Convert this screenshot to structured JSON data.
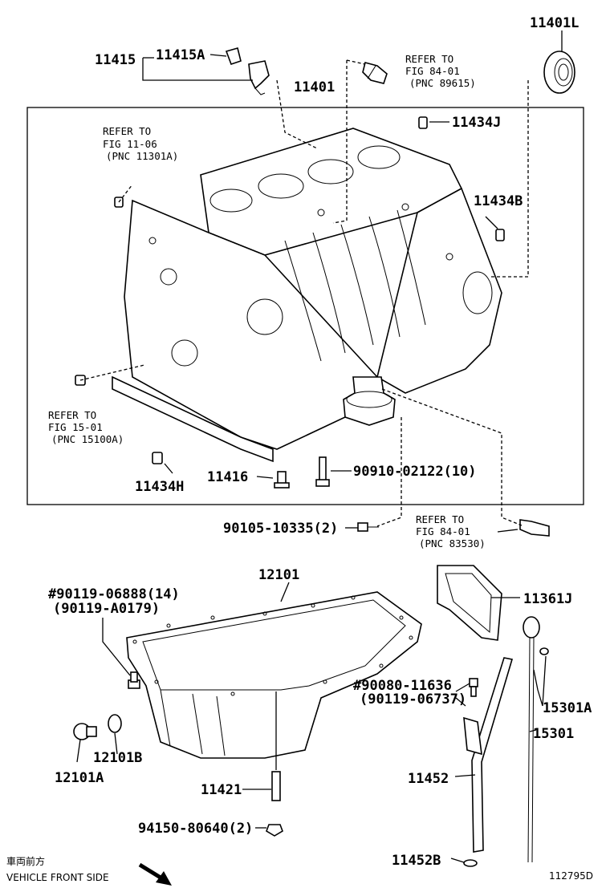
{
  "labels": {
    "p11401L": "11401L",
    "p11415": "11415",
    "p11415A": "11415A",
    "p11401": "11401",
    "ref1_line1": "REFER TO",
    "ref1_line2": "FIG 84-01",
    "ref1_line3": "(PNC 89615)",
    "p11434J": "11434J",
    "ref2_line1": "REFER TO",
    "ref2_line2": "FIG 11-06",
    "ref2_line3": "(PNC 11301A)",
    "p11434B": "11434B",
    "ref3_line1": "REFER TO",
    "ref3_line2": "FIG 15-01",
    "ref3_line3": "(PNC 15100A)",
    "p11416": "11416",
    "p90910": "90910-02122(10)",
    "p11434H": "11434H",
    "p90105": "90105-10335(2)",
    "ref4_line1": "REFER TO",
    "ref4_line2": "FIG 84-01",
    "ref4_line3": "(PNC 83530)",
    "p12101": "12101",
    "p90119a": "#90119-06888(14)",
    "p90119b": "(90119-A0179)",
    "p11361J": "11361J",
    "p90080a": "#90080-11636",
    "p90080b": "(90119-06737)",
    "p15301A": "15301A",
    "p15301": "15301",
    "p12101B": "12101B",
    "p12101A": "12101A",
    "p11421": "11421",
    "p11452": "11452",
    "p94150": "94150-80640(2)",
    "p11452B": "11452B"
  },
  "footer": {
    "front_jp": "車両前方",
    "front_en": "VEHICLE FRONT SIDE",
    "figure_code": "112795D"
  },
  "colors": {
    "ink": "#000000",
    "paper": "#ffffff"
  }
}
